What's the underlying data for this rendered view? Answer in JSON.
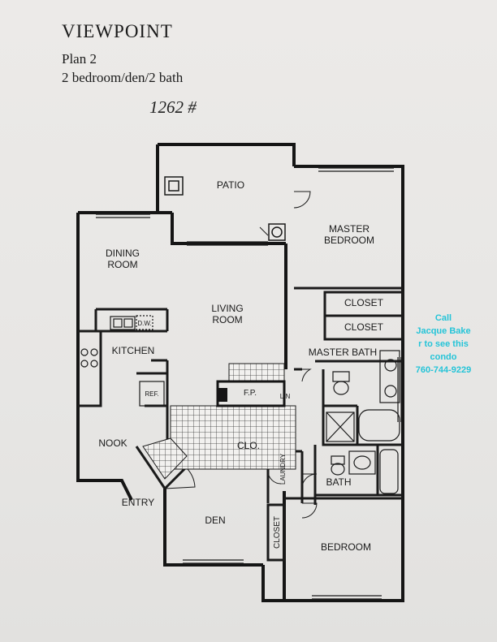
{
  "header": {
    "title": "VIEWPOINT",
    "plan": "Plan 2",
    "bedrooms": "2 bedroom/den/2 bath",
    "sqft_note": "1262 #"
  },
  "rooms": {
    "patio": "PATIO",
    "master_bedroom_line1": "MASTER",
    "master_bedroom_line2": "BEDROOM",
    "dining_line1": "DINING",
    "dining_line2": "ROOM",
    "living_line1": "LIVING",
    "living_line2": "ROOM",
    "closet_1": "CLOSET",
    "closet_2": "CLOSET",
    "master_bath": "MASTER BATH",
    "kitchen": "KITCHEN",
    "dishwasher": "D.W.",
    "refrigerator": "REF.",
    "fireplace": "F.P.",
    "linen": "LIN",
    "nook": "NOOK",
    "coat_closet": "CLO.",
    "laundry": "LAUNDRY",
    "bath": "BATH",
    "entry": "ENTRY",
    "den": "DEN",
    "den_closet": "CLOSET",
    "bedroom": "BEDROOM"
  },
  "contact_note": {
    "line1": "Call",
    "line2": "Jacque Bake",
    "line3": "r to see this",
    "line4": "condo",
    "line5": "760-744-9229",
    "color": "#25c4d8"
  }
}
